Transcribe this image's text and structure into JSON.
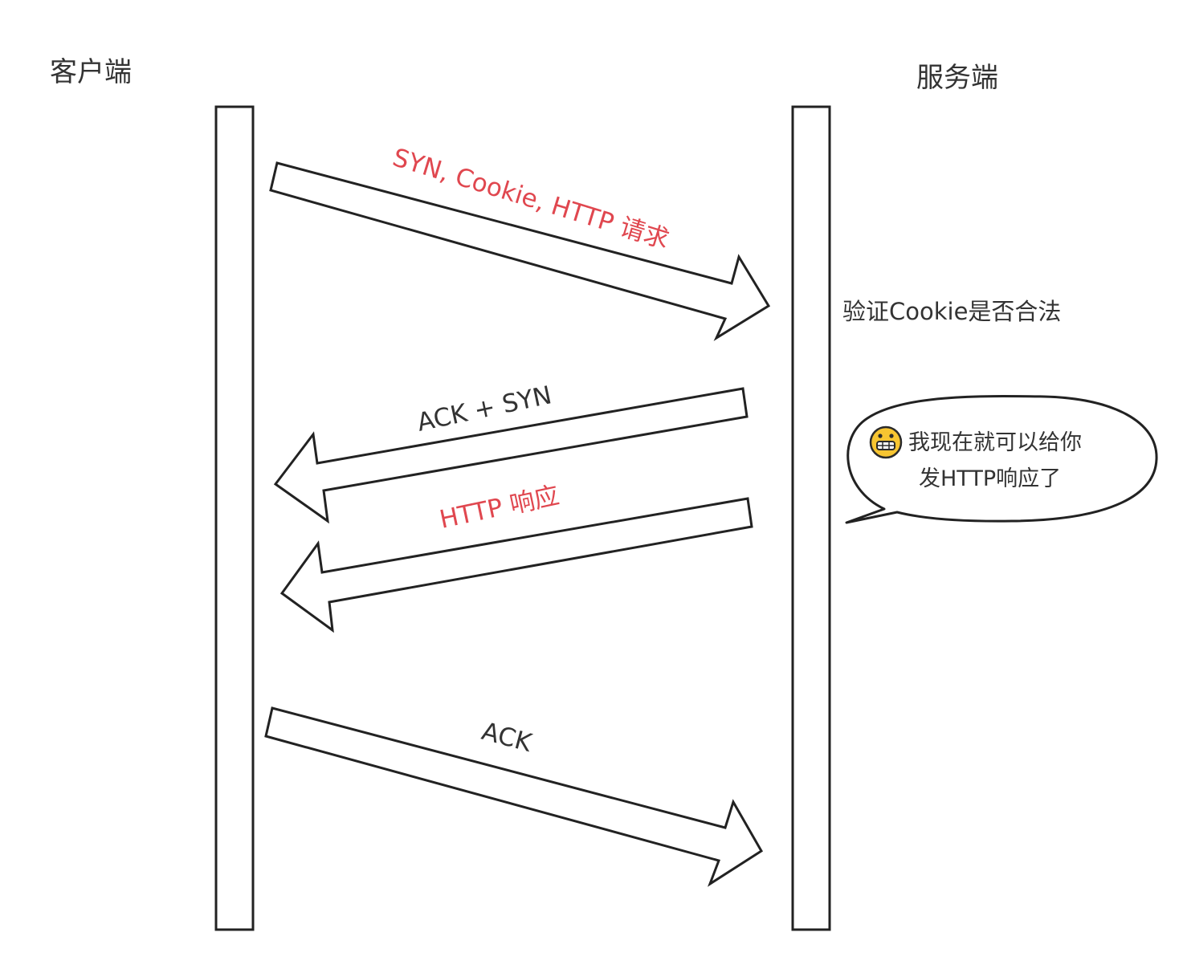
{
  "actors": {
    "client": "客户端",
    "server": "服务端"
  },
  "messages": [
    {
      "label": "SYN, Cookie, HTTP 请求",
      "color": "#e0474f"
    },
    {
      "label": "ACK + SYN",
      "color": "#333333"
    },
    {
      "label": "HTTP 响应",
      "color": "#e0474f"
    },
    {
      "label": "ACK",
      "color": "#333333"
    }
  ],
  "server_note": "验证Cookie是否合法",
  "speech_bubble": {
    "line1": "我现在就可以给你",
    "line2": "发HTTP响应了",
    "icon": "grinning-face-icon"
  },
  "colors": {
    "accent_red": "#e0474f",
    "emoji_yellow": "#f7c531"
  }
}
